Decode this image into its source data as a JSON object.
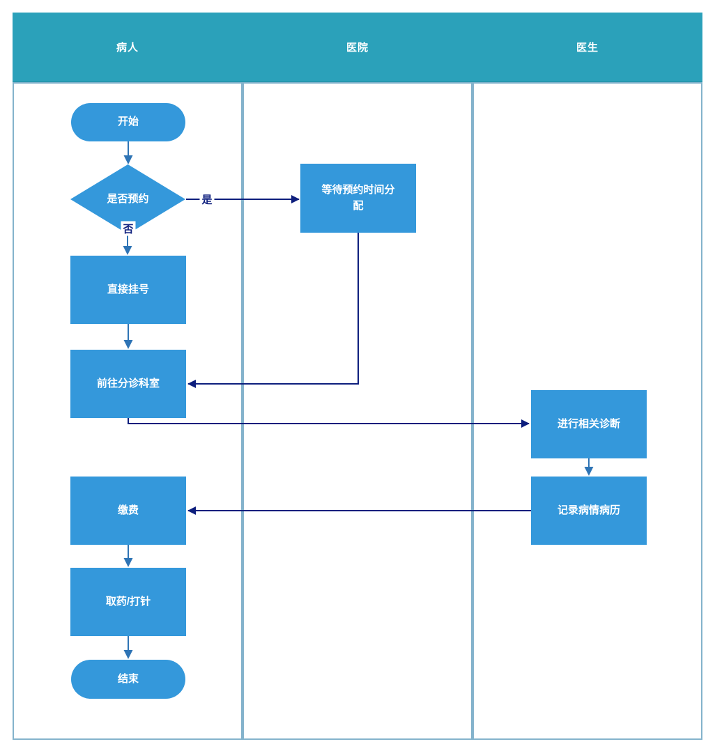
{
  "diagram": {
    "type": "swimlane-flowchart",
    "lanes": [
      {
        "title": "病人"
      },
      {
        "title": "医院"
      },
      {
        "title": "医生"
      }
    ],
    "nodes": {
      "start": {
        "label": "开始",
        "type": "terminator",
        "lane": "病人"
      },
      "decision": {
        "label": "是否预约",
        "type": "decision",
        "lane": "病人"
      },
      "wait": {
        "label": "等待预约时间分配",
        "type": "process",
        "lane": "医院"
      },
      "register": {
        "label": "直接挂号",
        "type": "process",
        "lane": "病人"
      },
      "triage": {
        "label": "前往分诊科室",
        "type": "process",
        "lane": "病人"
      },
      "diagnose": {
        "label": "进行相关诊断",
        "type": "process",
        "lane": "医生"
      },
      "record": {
        "label": "记录病情病历",
        "type": "process",
        "lane": "医生"
      },
      "pay": {
        "label": "缴费",
        "type": "process",
        "lane": "病人"
      },
      "medicine": {
        "label": "取药/打针",
        "type": "process",
        "lane": "病人"
      },
      "end": {
        "label": "结束",
        "type": "terminator",
        "lane": "病人"
      }
    },
    "edges": [
      {
        "from": "start",
        "to": "decision",
        "label": ""
      },
      {
        "from": "decision",
        "to": "wait",
        "label": "是"
      },
      {
        "from": "decision",
        "to": "register",
        "label": "否"
      },
      {
        "from": "register",
        "to": "triage",
        "label": ""
      },
      {
        "from": "wait",
        "to": "triage",
        "label": ""
      },
      {
        "from": "triage",
        "to": "diagnose",
        "label": ""
      },
      {
        "from": "diagnose",
        "to": "record",
        "label": ""
      },
      {
        "from": "record",
        "to": "pay",
        "label": ""
      },
      {
        "from": "pay",
        "to": "medicine",
        "label": ""
      },
      {
        "from": "medicine",
        "to": "end",
        "label": ""
      }
    ],
    "colors": {
      "header_bg": "#2ba1ba",
      "node_fill": "#3498db",
      "node_text": "#ffffff",
      "lane_border": "#84b3cc",
      "connector_long": "#0d1e7d",
      "connector_short": "#2e74b5",
      "edge_label_text": "#0d1e7d"
    }
  }
}
